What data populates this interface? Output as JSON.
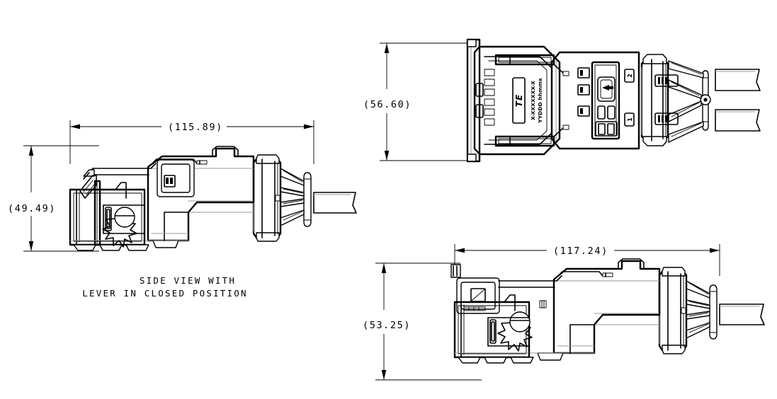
{
  "drawing": {
    "type": "engineering-drawing",
    "background_color": "#ffffff",
    "line_color": "#000000",
    "hidden_line_color": "#9a9a9a"
  },
  "views": {
    "side_view": {
      "caption_line1": "SIDE VIEW WITH",
      "caption_line2": "LEVER IN CLOSED POSITION",
      "horizontal_dimension": "(115.89)",
      "vertical_dimension": "(49.49)"
    },
    "top_view": {
      "vertical_dimension": "(56.60)",
      "part_label_line1": "X-XXXXXXX-X",
      "part_label_line2": "YYDDD hhmmx",
      "brand_logo": "TE",
      "cavity_marker_1": "1",
      "cavity_marker_2": "2"
    },
    "bottom_view": {
      "horizontal_dimension": "(117.24)",
      "vertical_dimension": "(53.25)"
    }
  },
  "icons": {
    "arrow_left": "arrow-left-icon",
    "arrow_right": "arrow-right-icon",
    "arrow_up": "arrow-up-icon",
    "arrow_down": "arrow-down-icon"
  }
}
